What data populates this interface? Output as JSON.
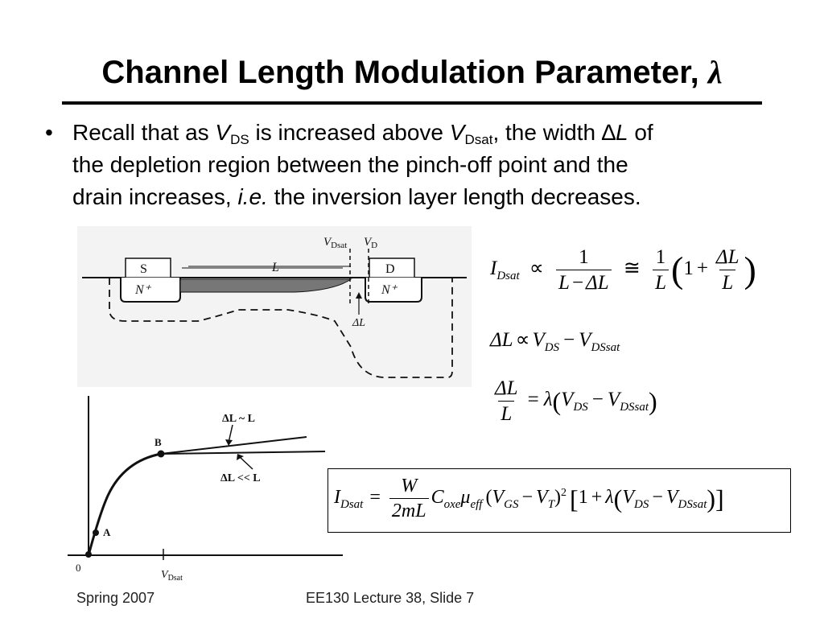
{
  "slide": {
    "title": "Channel Length Modulation Parameter,",
    "title_symbol": "λ",
    "bullet_marker": "•",
    "bullet": {
      "l1_a": "Recall that as ",
      "l1_v1": "V",
      "l1_v1_sub": "DS",
      "l1_b": " is increased above ",
      "l1_v2": "V",
      "l1_v2_sub": "Dsat",
      "l1_c": ", the width ",
      "l1_delta": "∆",
      "l1_L": "L",
      "l1_d": " of",
      "l2": "the depletion region between the pinch-off point and the",
      "l3_a": "drain increases, ",
      "l3_ie": "i.e.",
      "l3_b": " the inversion layer length decreases."
    },
    "footer_left": "Spring 2007",
    "footer_center": "EE130 Lecture 38, Slide 7"
  },
  "mosfet_figure": {
    "label_S": "S",
    "label_D": "D",
    "label_L": "L",
    "label_Nplus_left": "N⁺",
    "label_Nplus_right": "N⁺",
    "label_VDsat_main": "V",
    "label_VDsat_sub": "Dsat",
    "label_VD_main": "V",
    "label_VD_sub": "D",
    "label_deltaL": "ΔL"
  },
  "iv_plot": {
    "label_origin": "0",
    "label_A": "A",
    "label_B": "B",
    "label_VDsat_main": "V",
    "label_VDsat_sub": "Dsat",
    "annot_upper": "ΔL ~ L",
    "annot_lower": "ΔL << L"
  },
  "equations": {
    "eq1": {
      "I": "I",
      "I_sub": "Dsat",
      "prop": "∝",
      "f1_num": "1",
      "f1_den_L": "L",
      "f1_den_minus": "−",
      "f1_den_dL": "ΔL",
      "approx": "≅",
      "f2_num": "1",
      "f2_den": "L",
      "lp": "(",
      "one": "1",
      "plus": "+",
      "f3_num": "ΔL",
      "f3_den": "L",
      "rp": ")"
    },
    "eq2": {
      "dL": "ΔL",
      "prop": "∝",
      "V1": "V",
      "V1_sub": "DS",
      "minus": "−",
      "V2": "V",
      "V2_sub": "DSsat"
    },
    "eq3": {
      "num": "ΔL",
      "den": "L",
      "eq": "=",
      "lambda": "λ",
      "lp": "(",
      "V1": "V",
      "V1_sub": "DS",
      "minus": "−",
      "V2": "V",
      "V2_sub": "DSsat",
      "rp": ")"
    },
    "eq4": {
      "I": "I",
      "I_sub": "Dsat",
      "eq": "=",
      "f_num": "W",
      "f_den": "2mL",
      "C": "C",
      "C_sub": "oxe",
      "mu": "μ",
      "mu_sub": "eff",
      "p_open": "(",
      "VGS": "V",
      "VGS_sub": "GS",
      "minus1": "−",
      "VT": "V",
      "VT_sub": "T",
      "p_close": ")",
      "sq": "2",
      "b_open": "[",
      "one": "1",
      "plus": "+",
      "lambda": "λ",
      "lp": "(",
      "VDS": "V",
      "VDS_sub": "DS",
      "minus2": "−",
      "VDSsat": "V",
      "VDSsat_sub": "DSsat",
      "rp": ")",
      "b_close": "]"
    }
  }
}
